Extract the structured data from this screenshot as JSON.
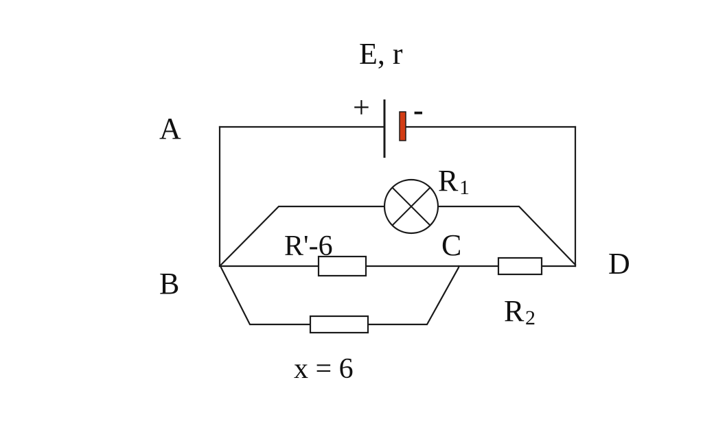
{
  "labels": {
    "source": "E, r",
    "plus": "+",
    "minus": "-",
    "node_a": "A",
    "node_b": "B",
    "node_c": "C",
    "node_d": "D",
    "r1_main": "R",
    "r1_sub": "1",
    "r2_main": "R",
    "r2_sub": "2",
    "r_prime": "R'-6",
    "x_value": "x = 6"
  },
  "colors": {
    "wire": "#1a1a1a",
    "battery_negative": "#d23c14"
  },
  "icons": {
    "lamp": "lamp-icon",
    "battery": "battery-icon"
  }
}
